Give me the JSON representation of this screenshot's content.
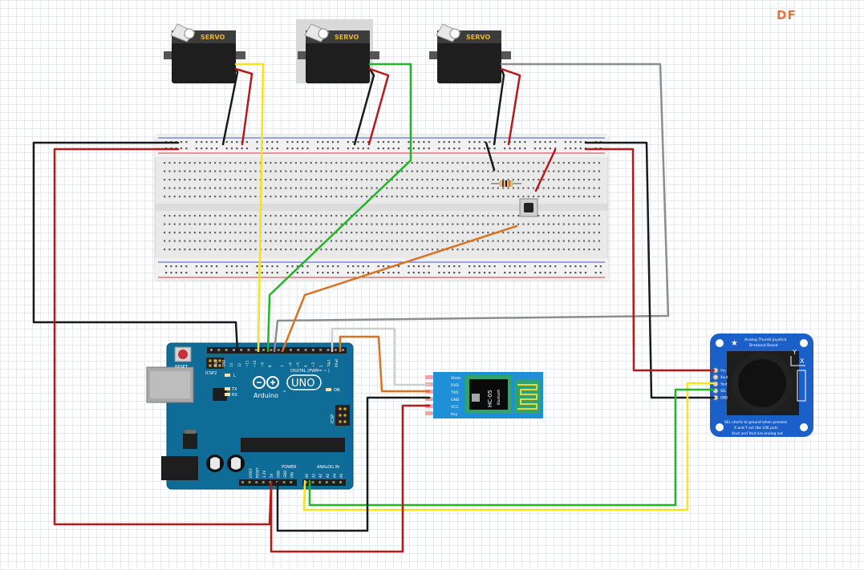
{
  "watermark": {
    "text": "DF",
    "color": "#e8743b"
  },
  "servos": [
    {
      "label": "SERVO"
    },
    {
      "label": "SERVO"
    },
    {
      "label": "SERVO"
    }
  ],
  "arduino": {
    "reset_label": "RESET",
    "icsp2_label": "ICSP2",
    "l_label": "L",
    "tx_label": "TX",
    "rx_label": "RX",
    "on_label": "ON",
    "brand_label": "Arduino",
    "trademark": "™",
    "model_label": "UNO",
    "digital_label": "DIGITAL (PWM= ~ )",
    "power_label": "POWER",
    "analog_label": "ANALOG IN",
    "icsp_label": "ICSP",
    "top_pins": [
      "AREF",
      "GND",
      "13",
      "12",
      "~11",
      "~10",
      "~9",
      "8",
      "7",
      "~6",
      "~5",
      "4",
      "~3",
      "2",
      "TX▸1",
      "RX◂0"
    ],
    "power_pins": [
      "IOREF",
      "RESET",
      "3.3V",
      "5V",
      "GND",
      "GND",
      "VIN"
    ],
    "analog_pins": [
      "A0",
      "A1",
      "A2",
      "A3",
      "A4",
      "A5"
    ]
  },
  "bluetooth": {
    "chip_label": "HC-05",
    "chip_sub": "Bluetooth",
    "pins": [
      "State",
      "RXD",
      "TXD",
      "GND",
      "VCC",
      "Key"
    ]
  },
  "joystick": {
    "title": "Analog Thumb Joystick",
    "subtitle": "Breakout Board",
    "note1": "SEL shorts to ground when pressed",
    "note2": "X and Y act like 10K pots",
    "note3": "Xout and Yout are analog out",
    "pins": [
      "Vcc",
      "Xout",
      "Yout",
      "SEL",
      "GND"
    ],
    "axis_x": "X",
    "axis_y": "Y"
  },
  "colors": {
    "wire_black": "#1a1a1a",
    "wire_red": "#b31b1b",
    "wire_yellow": "#f2e41d",
    "wire_green": "#22b526",
    "wire_orange": "#d8731f",
    "wire_gray": "#8d8d8d",
    "board_blue": "#0f6c97",
    "joystick_blue": "#1b5fc9",
    "hc05_blue": "#1f8fd8"
  }
}
